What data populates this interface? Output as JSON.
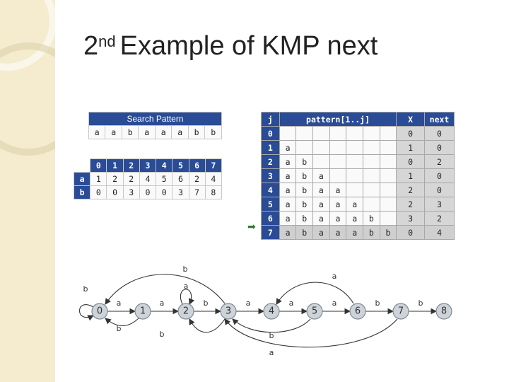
{
  "slide": {
    "title_sup": "nd",
    "title_num": "2",
    "title_text": "Example of KMP next"
  },
  "search_pattern": {
    "header": "Search Pattern",
    "chars": [
      "a",
      "a",
      "b",
      "a",
      "a",
      "a",
      "b",
      "b"
    ]
  },
  "transition_table": {
    "states": [
      "0",
      "1",
      "2",
      "3",
      "4",
      "5",
      "6",
      "7"
    ],
    "rows": [
      {
        "label": "a",
        "values": [
          "1",
          "2",
          "2",
          "4",
          "5",
          "6",
          "2",
          "4"
        ]
      },
      {
        "label": "b",
        "values": [
          "0",
          "0",
          "3",
          "0",
          "0",
          "3",
          "7",
          "8"
        ]
      }
    ]
  },
  "next_table": {
    "headers": {
      "j": "j",
      "pattern": "pattern[1..j]",
      "x": "X",
      "next": "next"
    },
    "rows": [
      {
        "j": "0",
        "chars": [
          "",
          "",
          "",
          "",
          "",
          "",
          ""
        ],
        "x": "0",
        "next": "0"
      },
      {
        "j": "1",
        "chars": [
          "a",
          "",
          "",
          "",
          "",
          "",
          ""
        ],
        "x": "1",
        "next": "0"
      },
      {
        "j": "2",
        "chars": [
          "a",
          "b",
          "",
          "",
          "",
          "",
          ""
        ],
        "x": "0",
        "next": "2"
      },
      {
        "j": "3",
        "chars": [
          "a",
          "b",
          "a",
          "",
          "",
          "",
          ""
        ],
        "x": "1",
        "next": "0"
      },
      {
        "j": "4",
        "chars": [
          "a",
          "b",
          "a",
          "a",
          "",
          "",
          ""
        ],
        "x": "2",
        "next": "0"
      },
      {
        "j": "5",
        "chars": [
          "a",
          "b",
          "a",
          "a",
          "a",
          "",
          ""
        ],
        "x": "2",
        "next": "3"
      },
      {
        "j": "6",
        "chars": [
          "a",
          "b",
          "a",
          "a",
          "a",
          "b",
          ""
        ],
        "x": "3",
        "next": "2"
      },
      {
        "j": "7",
        "chars": [
          "a",
          "b",
          "a",
          "a",
          "a",
          "b",
          "b"
        ],
        "x": "0",
        "next": "4"
      }
    ],
    "current_row": "7"
  },
  "dfa": {
    "nodes": [
      "0",
      "1",
      "2",
      "3",
      "4",
      "5",
      "6",
      "7",
      "8"
    ],
    "labels": {
      "self0": "b",
      "e01": "a",
      "e12": "a",
      "self2": "a",
      "e23": "b",
      "e34": "a",
      "e45": "a",
      "e56": "a",
      "e67": "b",
      "e78": "b",
      "top30": "b",
      "top64": "a",
      "bot10": "b",
      "bot32": "b",
      "bot52": "b",
      "bot72": "a"
    }
  },
  "colors": {
    "header_blue": "#2a4b95",
    "node_fill": "#cdd3d8",
    "sidebar": "#f5ecd0"
  }
}
